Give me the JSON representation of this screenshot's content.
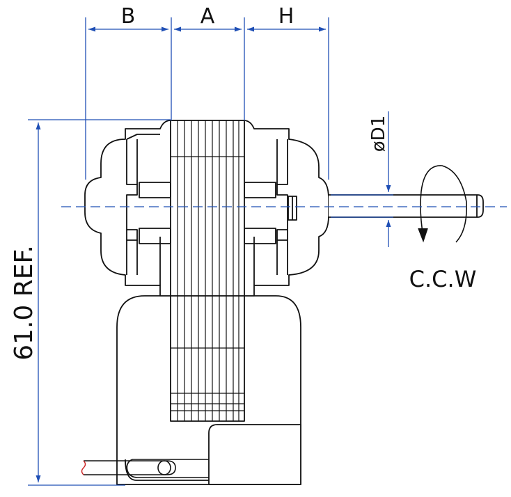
{
  "labels": {
    "b": "B",
    "a": "A",
    "h": "H",
    "diameter": "øD1",
    "height": "61.0 REF.",
    "rotation": "C.C.W"
  },
  "colors": {
    "dimension": "#1f4fb5",
    "outline": "#111111",
    "wire_tip": "#cc2222",
    "background": "#ffffff"
  }
}
